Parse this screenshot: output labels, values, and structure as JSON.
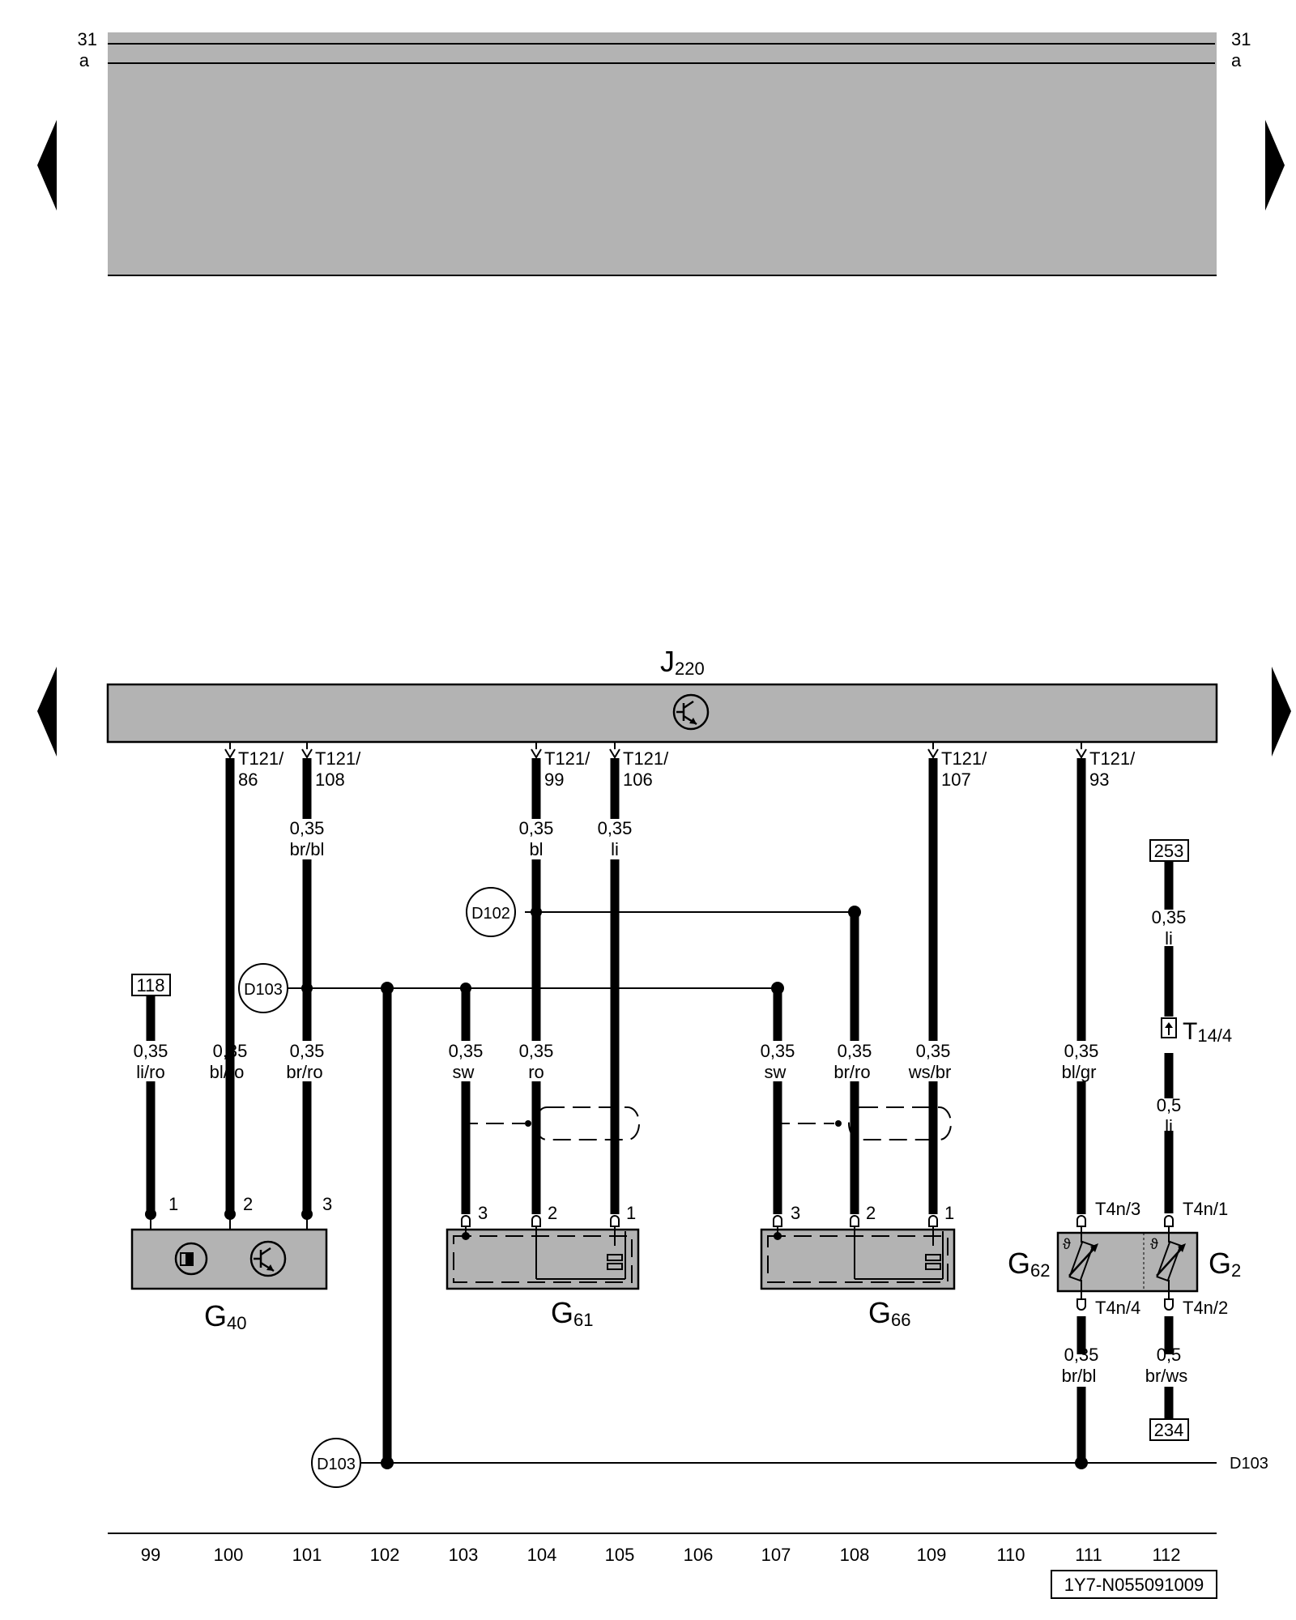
{
  "top_rails": {
    "left_labels": [
      "31",
      "a"
    ],
    "right_labels": [
      "31",
      "a"
    ]
  },
  "control_unit": {
    "letter": "J",
    "subscript": "220",
    "pins": [
      {
        "connector": "T121/",
        "pin": "86"
      },
      {
        "connector": "T121/",
        "pin": "108"
      },
      {
        "connector": "T121/",
        "pin": "99"
      },
      {
        "connector": "T121/",
        "pin": "106"
      },
      {
        "connector": "T121/",
        "pin": "107"
      },
      {
        "connector": "T121/",
        "pin": "93"
      }
    ]
  },
  "upper_wires": [
    {
      "size": "0,35",
      "color": "br/bl"
    },
    {
      "size": "0,35",
      "color": "bl"
    },
    {
      "size": "0,35",
      "color": "li"
    }
  ],
  "lower_wires": [
    {
      "size": "0,35",
      "color": "li/ro"
    },
    {
      "size": "0,35",
      "color": "bl/ro"
    },
    {
      "size": "0,35",
      "color": "br/ro"
    },
    {
      "size": "0,35",
      "color": "sw"
    },
    {
      "size": "0,35",
      "color": "ro"
    },
    {
      "size": "0,35",
      "color": "sw"
    },
    {
      "size": "0,35",
      "color": "br/ro"
    },
    {
      "size": "0,35",
      "color": "ws/br"
    },
    {
      "size": "0,35",
      "color": "bl/gr"
    }
  ],
  "right_branch": {
    "ref_top": "253",
    "wire1": {
      "size": "0,35",
      "color": "li"
    },
    "connector": {
      "letter": "T",
      "subscript": "14/4"
    },
    "wire2": {
      "size": "0,5",
      "color": "li"
    },
    "pin_top_left": "T4n/3",
    "pin_top_right": "T4n/1",
    "pin_bottom_left": "T4n/4",
    "pin_bottom_right": "T4n/2",
    "wire_bottom_left": {
      "size": "0,35",
      "color": "br/bl"
    },
    "wire_bottom_right": {
      "size": "0,5",
      "color": "br/ws"
    },
    "ref_bottom": "234"
  },
  "refs": {
    "left": "118"
  },
  "splices": {
    "d102": "D102",
    "d103_mid": "D103",
    "d103_low": "D103",
    "d103_right": "D103"
  },
  "components": {
    "g40": {
      "letter": "G",
      "subscript": "40",
      "pins": [
        "1",
        "2",
        "3"
      ]
    },
    "g61": {
      "letter": "G",
      "subscript": "61",
      "pins": [
        "3",
        "2",
        "1"
      ]
    },
    "g66": {
      "letter": "G",
      "subscript": "66",
      "pins": [
        "3",
        "2",
        "1"
      ]
    },
    "g62": {
      "letter": "G",
      "subscript": "62"
    },
    "g2": {
      "letter": "G",
      "subscript": "2"
    }
  },
  "ruler": [
    "99",
    "100",
    "101",
    "102",
    "103",
    "104",
    "105",
    "106",
    "107",
    "108",
    "109",
    "110",
    "111",
    "112"
  ],
  "document_id": "1Y7-N055091009"
}
